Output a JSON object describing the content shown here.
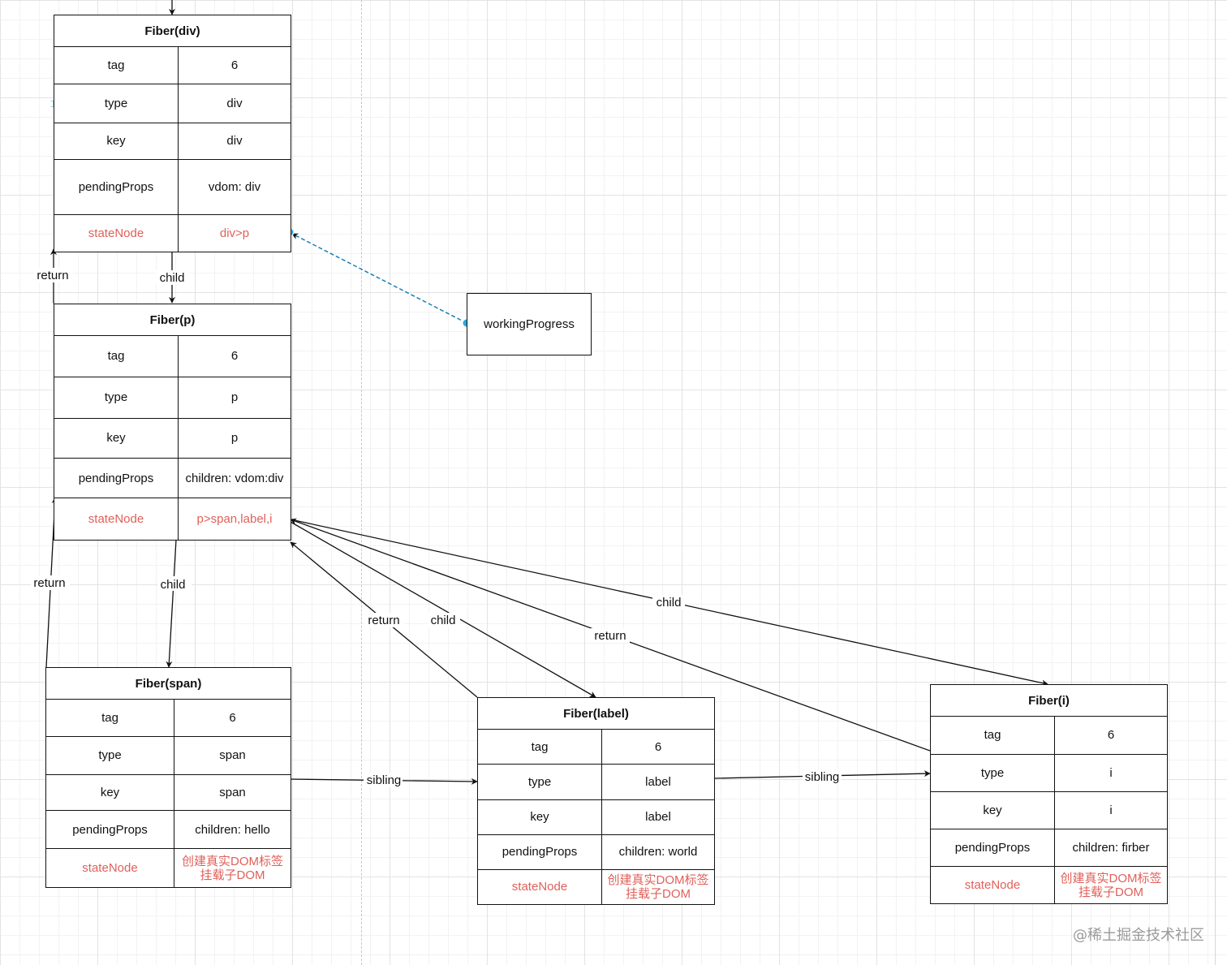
{
  "fibers": {
    "div": {
      "title": "Fiber(div)",
      "rows": [
        {
          "key": "tag",
          "value": "6"
        },
        {
          "key": "type",
          "value": "div"
        },
        {
          "key": "key",
          "value": "div"
        },
        {
          "key": "pendingProps",
          "value": "vdom: div"
        },
        {
          "key": "stateNode",
          "value": "div>p"
        }
      ]
    },
    "p": {
      "title": "Fiber(p)",
      "rows": [
        {
          "key": "tag",
          "value": "6"
        },
        {
          "key": "type",
          "value": "p"
        },
        {
          "key": "key",
          "value": "p"
        },
        {
          "key": "pendingProps",
          "value": "children: vdom:div"
        },
        {
          "key": "stateNode",
          "value": "p>span,label,i"
        }
      ]
    },
    "span": {
      "title": "Fiber(span)",
      "rows": [
        {
          "key": "tag",
          "value": "6"
        },
        {
          "key": "type",
          "value": "span"
        },
        {
          "key": "key",
          "value": "span"
        },
        {
          "key": "pendingProps",
          "value": "children:  hello"
        },
        {
          "key": "stateNode",
          "value": "创建真实DOM标签\n挂载子DOM"
        }
      ]
    },
    "label": {
      "title": "Fiber(label)",
      "rows": [
        {
          "key": "tag",
          "value": "6"
        },
        {
          "key": "type",
          "value": "label"
        },
        {
          "key": "key",
          "value": "label"
        },
        {
          "key": "pendingProps",
          "value": "children: world"
        },
        {
          "key": "stateNode",
          "value": "创建真实DOM标签\n挂载子DOM"
        }
      ]
    },
    "i": {
      "title": "Fiber(i)",
      "rows": [
        {
          "key": "tag",
          "value": "6"
        },
        {
          "key": "type",
          "value": "i"
        },
        {
          "key": "key",
          "value": "i"
        },
        {
          "key": "pendingProps",
          "value": "children: firber"
        },
        {
          "key": "stateNode",
          "value": "创建真实DOM标签\n挂载子DOM"
        }
      ]
    }
  },
  "working_progress": {
    "label": "workingProgress"
  },
  "edge_labels": {
    "return": "return",
    "child": "child",
    "sibling": "sibling"
  },
  "watermark": "@稀土掘金技术社区",
  "colors": {
    "state_node_text": "#e0605a",
    "link_dashed": "#1a7fb5",
    "link_endpoint": "#29a8e0",
    "stroke": "#111111"
  }
}
